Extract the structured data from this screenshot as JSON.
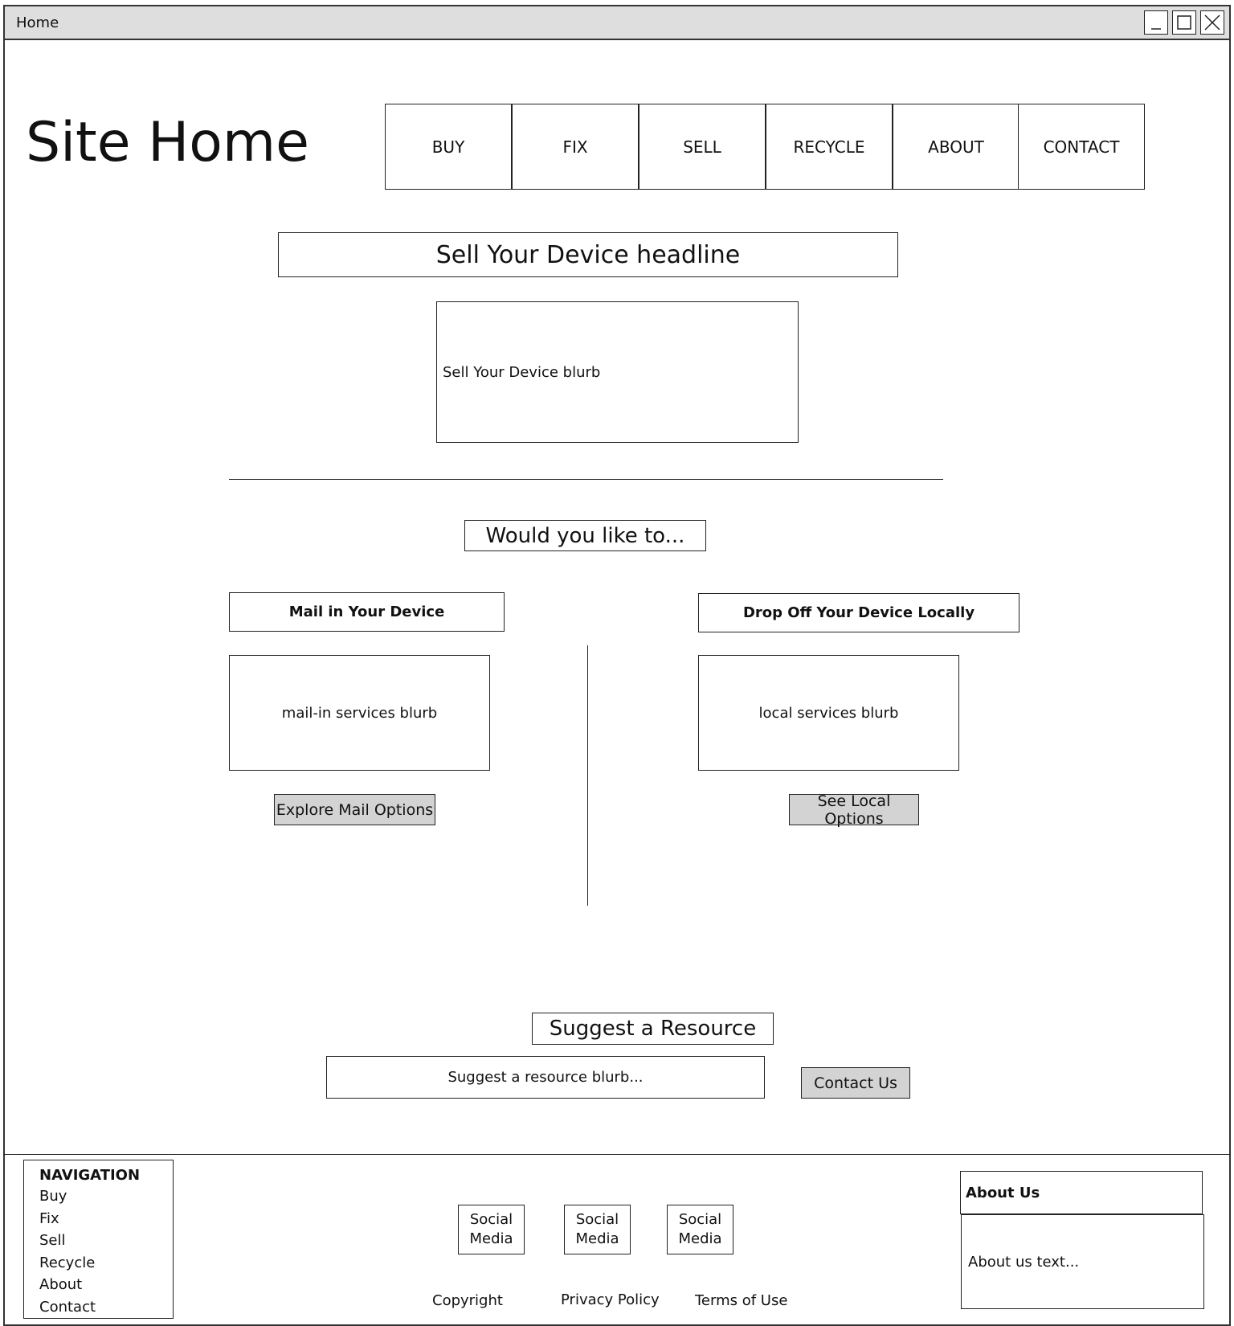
{
  "window": {
    "title": "Home"
  },
  "header": {
    "site_title": "Site Home"
  },
  "nav": {
    "items": [
      "BUY",
      "FIX",
      "SELL",
      "RECYCLE",
      "ABOUT",
      "CONTACT"
    ]
  },
  "sell": {
    "headline": "Sell Your Device headline",
    "blurb": "Sell Your Device blurb"
  },
  "options": {
    "prompt": "Would you like to...",
    "mail": {
      "heading": "Mail in Your Device",
      "blurb": "mail-in services blurb",
      "button": "Explore Mail Options"
    },
    "local": {
      "heading": "Drop Off Your Device Locally",
      "blurb": "local services blurb",
      "button": "See Local Options"
    }
  },
  "suggest": {
    "heading": "Suggest a Resource",
    "blurb": "Suggest a resource blurb...",
    "button": "Contact Us"
  },
  "footer": {
    "navigation": {
      "title": "NAVIGATION",
      "items": [
        "Buy",
        "Fix",
        "Sell",
        "Recycle",
        "About",
        "Contact"
      ]
    },
    "social": [
      "Social Media",
      "Social Media",
      "Social Media"
    ],
    "links": [
      "Copyright",
      "Privacy Policy",
      "Terms of Use"
    ],
    "about": {
      "title": "About Us",
      "text": "About us text..."
    }
  },
  "colors": {
    "button_fill": "#d3d3d3",
    "titlebar": "#dedede",
    "stroke": "#222222"
  }
}
